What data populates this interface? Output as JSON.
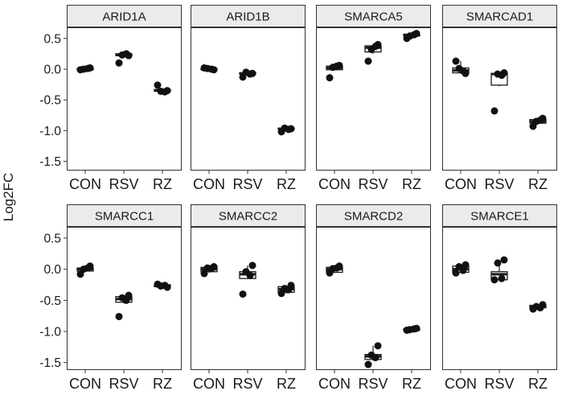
{
  "chart_data": {
    "type": "boxplot",
    "ylabel": "Log2FC",
    "categories": [
      "CON",
      "RSV",
      "RZ"
    ],
    "ylim": [
      -1.65,
      0.68
    ],
    "ylim_bottom_row": [
      -1.62,
      0.68
    ],
    "yticks": [
      0.5,
      0.0,
      -0.5,
      -1.0,
      -1.5
    ],
    "ytick_labels": [
      "0.5",
      "0.0",
      "-0.5",
      "-1.0",
      "-1.5"
    ],
    "grid": false,
    "facets": [
      {
        "title": "ARID1A",
        "groups": [
          {
            "box": [
              -0.01,
              0.0,
              0.0,
              0.01,
              0.02
            ],
            "points": [
              -0.01,
              0.02,
              0.0,
              0.01
            ]
          },
          {
            "box": [
              0.21,
              0.22,
              0.23,
              0.25,
              0.26
            ],
            "points": [
              0.1,
              0.22,
              0.23,
              0.25
            ]
          },
          {
            "box": [
              -0.37,
              -0.36,
              -0.35,
              -0.33,
              -0.32
            ],
            "points": [
              -0.26,
              -0.35,
              -0.36,
              -0.37
            ]
          }
        ]
      },
      {
        "title": "ARID1B",
        "groups": [
          {
            "box": [
              -0.01,
              0.0,
              0.0,
              0.01,
              0.02
            ],
            "points": [
              0.02,
              -0.01,
              0.01,
              0.0
            ]
          },
          {
            "box": [
              -0.09,
              -0.08,
              -0.07,
              -0.06,
              -0.05
            ],
            "points": [
              -0.13,
              -0.07,
              -0.05,
              -0.08
            ]
          },
          {
            "box": [
              -0.99,
              -0.98,
              -0.97,
              -0.96,
              -0.95
            ],
            "points": [
              -1.02,
              -0.97,
              -0.96,
              -0.98
            ]
          }
        ]
      },
      {
        "title": "SMARCA5",
        "groups": [
          {
            "box": [
              -0.02,
              -0.01,
              0.02,
              0.05,
              0.06
            ],
            "points": [
              -0.14,
              0.06,
              0.03,
              0.05
            ]
          },
          {
            "box": [
              0.25,
              0.28,
              0.35,
              0.38,
              0.4
            ],
            "points": [
              0.13,
              0.4,
              0.32,
              0.37
            ]
          },
          {
            "box": [
              0.53,
              0.54,
              0.55,
              0.57,
              0.58
            ],
            "points": [
              0.5,
              0.58,
              0.54,
              0.56
            ]
          }
        ]
      },
      {
        "title": "SMARCAD1",
        "groups": [
          {
            "box": [
              -0.07,
              -0.06,
              -0.02,
              0.02,
              0.13
            ],
            "points": [
              0.13,
              -0.07,
              0.01,
              -0.03
            ]
          },
          {
            "box": [
              -0.28,
              -0.26,
              -0.08,
              -0.07,
              -0.06
            ],
            "points": [
              -0.68,
              -0.06,
              -0.08,
              -0.1
            ]
          },
          {
            "box": [
              -0.9,
              -0.88,
              -0.85,
              -0.82,
              -0.8
            ],
            "points": [
              -0.93,
              -0.8,
              -0.85,
              -0.83
            ]
          }
        ]
      },
      {
        "title": "SMARCC1",
        "groups": [
          {
            "box": [
              -0.04,
              -0.03,
              0.0,
              0.02,
              0.05
            ],
            "points": [
              -0.08,
              0.05,
              0.0,
              0.02
            ]
          },
          {
            "box": [
              -0.55,
              -0.53,
              -0.48,
              -0.44,
              -0.42
            ],
            "points": [
              -0.76,
              -0.42,
              -0.46,
              -0.5
            ]
          },
          {
            "box": [
              -0.29,
              -0.28,
              -0.27,
              -0.25,
              -0.24
            ],
            "points": [
              -0.24,
              -0.29,
              -0.27,
              -0.26
            ]
          }
        ]
      },
      {
        "title": "SMARCC2",
        "groups": [
          {
            "box": [
              -0.06,
              -0.04,
              0.0,
              0.03,
              0.04
            ],
            "points": [
              -0.07,
              0.04,
              0.02,
              0.01
            ]
          },
          {
            "box": [
              -0.15,
              -0.15,
              -0.08,
              -0.04,
              0.06
            ],
            "points": [
              -0.4,
              0.06,
              -0.04,
              -0.1
            ]
          },
          {
            "box": [
              -0.39,
              -0.37,
              -0.32,
              -0.28,
              -0.26
            ],
            "points": [
              -0.39,
              -0.26,
              -0.31,
              -0.33
            ]
          }
        ]
      },
      {
        "title": "SMARCD2",
        "groups": [
          {
            "box": [
              -0.06,
              -0.05,
              0.0,
              0.03,
              0.05
            ],
            "points": [
              -0.06,
              0.05,
              0.01,
              0.02
            ]
          },
          {
            "box": [
              -1.46,
              -1.45,
              -1.4,
              -1.37,
              -1.23
            ],
            "points": [
              -1.53,
              -1.23,
              -1.38,
              -1.42
            ]
          },
          {
            "box": [
              -0.98,
              -0.97,
              -0.97,
              -0.96,
              -0.95
            ],
            "points": [
              -0.98,
              -0.95,
              -0.97,
              -0.96
            ]
          }
        ]
      },
      {
        "title": "SMARCE1",
        "groups": [
          {
            "box": [
              -0.06,
              -0.05,
              0.0,
              0.05,
              0.07
            ],
            "points": [
              -0.06,
              0.07,
              0.04,
              -0.02
            ]
          },
          {
            "box": [
              -0.18,
              -0.17,
              -0.08,
              -0.04,
              0.15
            ],
            "points": [
              -0.17,
              0.15,
              0.1,
              -0.15
            ]
          },
          {
            "box": [
              -0.63,
              -0.62,
              -0.6,
              -0.58,
              -0.57
            ],
            "points": [
              -0.64,
              -0.57,
              -0.6,
              -0.62
            ]
          }
        ]
      }
    ]
  }
}
